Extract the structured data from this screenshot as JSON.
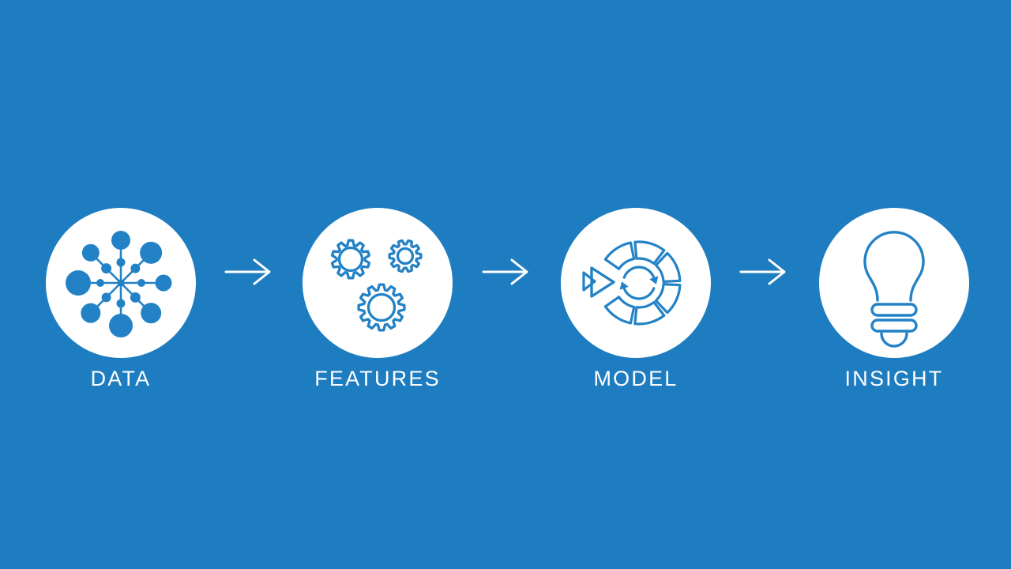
{
  "canvas": {
    "background_color": "#1e7dc0",
    "icon_color": "#2382c6",
    "circle_color": "#ffffff",
    "arrow_color": "#ffffff",
    "label_color": "#ffffff"
  },
  "pipeline": {
    "stages": [
      {
        "label": "DATA",
        "icon": "network-icon"
      },
      {
        "label": "FEATURES",
        "icon": "gears-icon"
      },
      {
        "label": "MODEL",
        "icon": "iteration-wheel-icon"
      },
      {
        "label": "INSIGHT",
        "icon": "lightbulb-icon"
      }
    ],
    "connector": "right-arrow"
  }
}
